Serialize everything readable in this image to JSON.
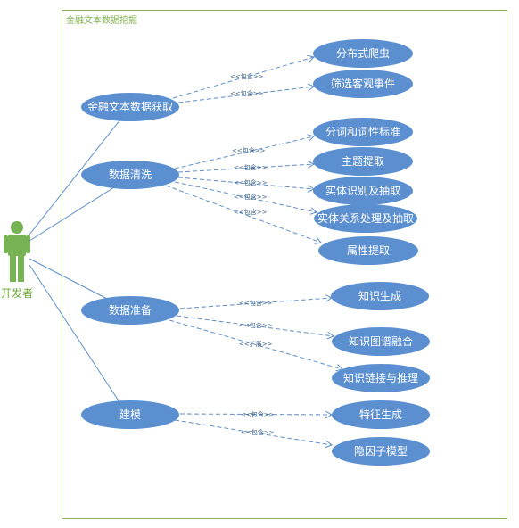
{
  "system": {
    "title": "金融文本数据挖掘"
  },
  "actor": {
    "label": "开发者"
  },
  "use_cases": {
    "acquire": "金融文本数据获取",
    "clean": "数据清洗",
    "prepare": "数据准备",
    "model": "建模",
    "crawler": "分布式爬虫",
    "filter": "筛选客观事件",
    "segment": "分词和词性标准",
    "topic": "主题提取",
    "ner": "实体识别及抽取",
    "relation": "实体关系处理及抽取",
    "attribute": "属性提取",
    "kgen": "知识生成",
    "kgfuse": "知识图谱融合",
    "klink": "知识链接与推理",
    "feature": "特征生成",
    "latent": "隐因子模型"
  },
  "relations": {
    "include": "<<包含>>",
    "extend": "<<扩展>>"
  },
  "colors": {
    "usecase_fill": "#5b8fd0",
    "line": "#5f8fc9",
    "actor": "#77b255",
    "system_border": "#8db062"
  }
}
